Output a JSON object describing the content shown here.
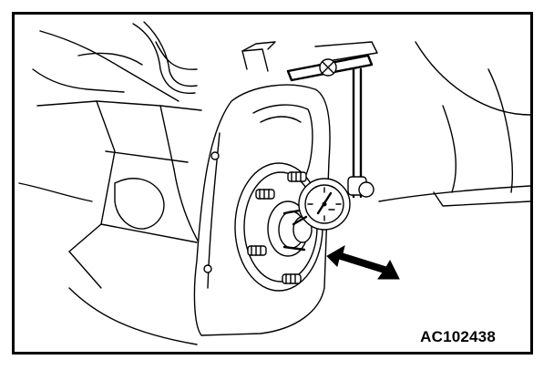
{
  "figure": {
    "code": "AC102438",
    "subject": "dial-indicator-hub-axial-play-check"
  },
  "colors": {
    "line": "#000000",
    "background": "#ffffff"
  },
  "icons": {
    "motion_arrow": "double-headed-arrow"
  }
}
